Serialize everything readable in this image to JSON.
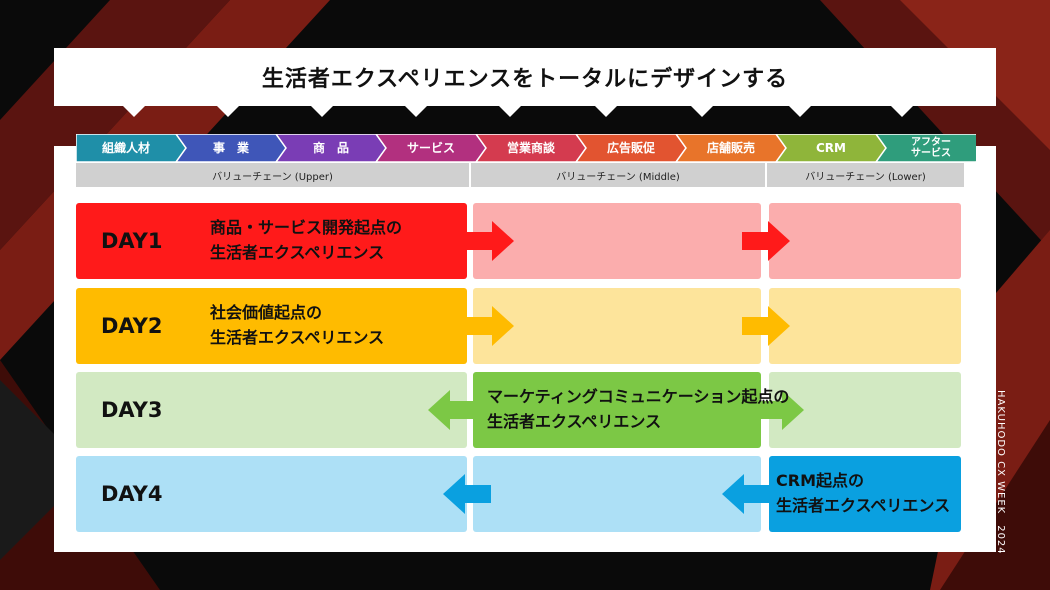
{
  "title": "生活者エクスペリエンスをトータルにデザインする",
  "stages": [
    {
      "label": "組織人材",
      "color": "#1f8fa8"
    },
    {
      "label": "事　業",
      "color": "#3f56b8"
    },
    {
      "label": "商　品",
      "color": "#7a3db5"
    },
    {
      "label": "サービス",
      "color": "#b2307f"
    },
    {
      "label": "営業商談",
      "color": "#d43b4f"
    },
    {
      "label": "広告販促",
      "color": "#e25430"
    },
    {
      "label": "店舗販売",
      "color": "#e8742a"
    },
    {
      "label": "CRM",
      "color": "#8fb53a"
    },
    {
      "label": "アフター\nサービス",
      "color": "#2f9d7c"
    }
  ],
  "segments": [
    {
      "label": "バリューチェーン (Upper)"
    },
    {
      "label": "バリューチェーン (Middle)"
    },
    {
      "label": "バリューチェーン (Lower)"
    }
  ],
  "days": [
    {
      "label": "DAY1",
      "desc1": "商品・サービス開発起点の",
      "desc2": "生活者エクスペリエンス",
      "strong": "#ff1a1a",
      "light": "#fbadad"
    },
    {
      "label": "DAY2",
      "desc1": "社会価値起点の",
      "desc2": "生活者エクスペリエンス",
      "strong": "#ffbb00",
      "light": "#fde49b"
    },
    {
      "label": "DAY3",
      "desc1": "マーケティングコミュニケーション起点の",
      "desc2": "生活者エクスペリエンス",
      "strong": "#7cc845",
      "light": "#d2e9c2"
    },
    {
      "label": "DAY4",
      "desc1": "CRM起点の",
      "desc2": "生活者エクスペリエンス",
      "strong": "#0aa0e0",
      "light": "#ade0f6"
    }
  ],
  "side_text": "HAKUHODO CX WEEK　2024"
}
